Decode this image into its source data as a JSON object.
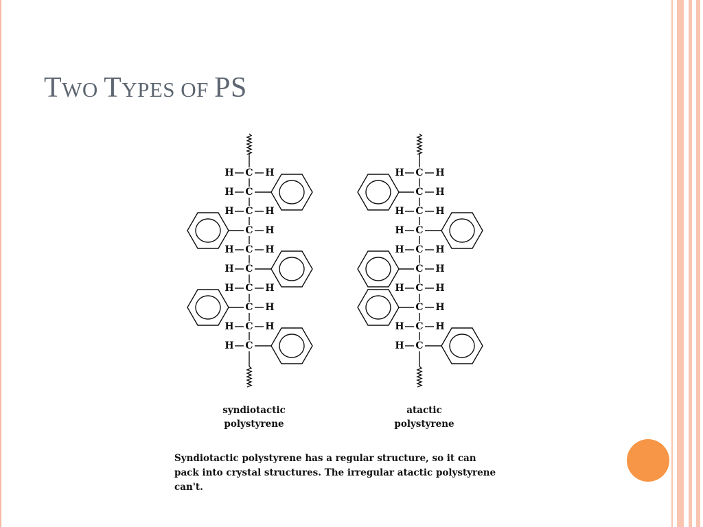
{
  "slide": {
    "title_parts": [
      {
        "text": "T",
        "size": "big"
      },
      {
        "text": "WO ",
        "size": "small"
      },
      {
        "text": "T",
        "size": "big"
      },
      {
        "text": "YPES OF ",
        "size": "small"
      },
      {
        "text": "PS",
        "size": "big"
      }
    ],
    "title_color": "#5d6671",
    "accent_color": "#f79646",
    "stripe_color": "#f9c5b0",
    "border_color": "#f4b9a4"
  },
  "diagram": {
    "left_chain": {
      "caption_line1": "syndiotactic",
      "caption_line2": "polystyrene",
      "rows": [
        {
          "left": "H",
          "right": "H"
        },
        {
          "left": "H",
          "right": "ring"
        },
        {
          "left": "H",
          "right": "H"
        },
        {
          "left": "ring",
          "right": "H"
        },
        {
          "left": "H",
          "right": "H"
        },
        {
          "left": "H",
          "right": "ring"
        },
        {
          "left": "H",
          "right": "H"
        },
        {
          "left": "ring",
          "right": "H"
        },
        {
          "left": "H",
          "right": "H"
        },
        {
          "left": "H",
          "right": "ring"
        }
      ]
    },
    "right_chain": {
      "caption_line1": "atactic",
      "caption_line2": "polystyrene",
      "rows": [
        {
          "left": "H",
          "right": "H"
        },
        {
          "left": "ring",
          "right": "H"
        },
        {
          "left": "H",
          "right": "H"
        },
        {
          "left": "H",
          "right": "ring"
        },
        {
          "left": "H",
          "right": "H"
        },
        {
          "left": "ring",
          "right": "H"
        },
        {
          "left": "H",
          "right": "H"
        },
        {
          "left": "ring",
          "right": "H"
        },
        {
          "left": "H",
          "right": "H"
        },
        {
          "left": "H",
          "right": "ring"
        }
      ]
    },
    "carbon_label": "C",
    "hydrogen_label": "H"
  },
  "note": {
    "text": "Syndiotactic polystyrene has a regular structure, so it can\npack into crystal structures.  The irregular atactic polystyrene\ncan't."
  }
}
